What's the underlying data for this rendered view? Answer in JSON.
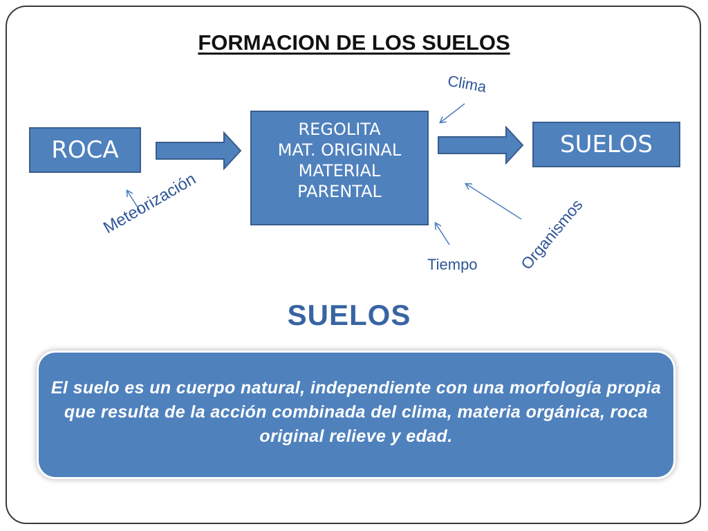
{
  "title": "FORMACION DE LOS SUELOS",
  "boxes": {
    "roca": "ROCA",
    "regolita": [
      "REGOLITA",
      "MAT. ORIGINAL",
      "MATERIAL",
      "PARENTAL"
    ],
    "suelos": "SUELOS"
  },
  "factors": {
    "meteorizacion": "Meteorización",
    "clima": "Clima",
    "tiempo": "Tiempo",
    "organismos": "Organismos"
  },
  "subtitle": "SUELOS",
  "definition": "El suelo es un cuerpo natural, independiente con una morfología propia que resulta de la acción combinada del clima, materia orgánica, roca original relieve y edad.",
  "colors": {
    "box_fill": "#4f81bd",
    "box_border": "#385d8a",
    "label_text": "#2f5597",
    "subtitle_text": "#3764a3"
  }
}
